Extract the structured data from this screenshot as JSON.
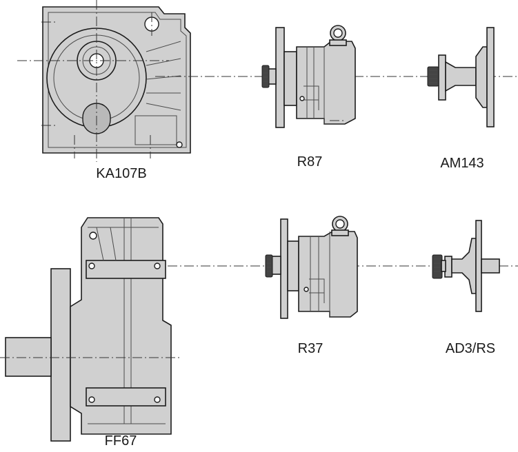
{
  "components": {
    "ka107b": "KA107B",
    "r87": "R87",
    "am143": "AM143",
    "ff67": "FF67",
    "r37": "R37",
    "ad3rs": "AD3/RS"
  }
}
